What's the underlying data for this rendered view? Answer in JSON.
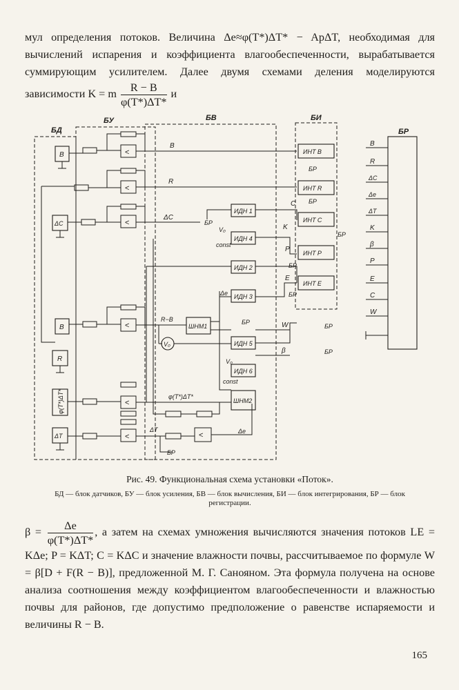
{
  "text": {
    "p1": "мул определения потоков. Величина Δe≈φ(T*)ΔT* − ApΔT, необходимая для вычислений испарения и коэффициента влагообеспеченности, вырабатывается суммирующим усилителем. Далее двумя схемами деления моделируются зависимости K = m",
    "p1_frac_num": "R − B",
    "p1_frac_den": "φ(T*)ΔT*",
    "p1_end": "и",
    "p2_start": "β =",
    "p2_frac_num": "Δe",
    "p2_frac_den": "φ(T*)ΔT*",
    "p2_rest": ", а затем на схемах умножения вычисляются значения потоков LE = KΔe; P = KΔT; C = KΔC и значение влажности почвы, рассчитываемое по формуле W = β[D + F(R − B)], предложенной М. Г. Санояном. Эта формула получена на основе анализа соотношения между коэффициентом влагообеспеченности и влажностью почвы для районов, где допустимо предположение о равенстве испаряемости и величины R − B.",
    "caption": "Рис. 49. Функциональная схема установки «Поток».",
    "legend": "БД — блок датчиков, БУ — блок усиления, БВ — блок вычисления, БИ — блок интегрирования, БР — блок регистрации.",
    "page_number": "165"
  },
  "diagram": {
    "section_labels": [
      "БД",
      "БУ",
      "БВ",
      "БИ",
      "БР"
    ],
    "sensors": [
      "B",
      "ΔC",
      "B",
      "R",
      "φ(T*)ΔT*",
      "ΔT"
    ],
    "integrators": [
      "ИНТ B",
      "ИНТ R",
      "ИНТ C",
      "ИНТ P",
      "ИНТ E"
    ],
    "dividers_multipliers": [
      "ИДН 1",
      "ИДН 4",
      "ИДН 2",
      "ИДН 3",
      "ИДН 5",
      "ИДН 6"
    ],
    "shm": [
      "ШНМ1",
      "ШНМ2"
    ],
    "v0": "V₀",
    "const": "const",
    "signal_labels": [
      "B",
      "R",
      "ΔC",
      "БР",
      "K",
      "C",
      "P",
      "E",
      "W",
      "β",
      "R−B",
      "Δe",
      "φ(T*)ΔT*",
      "ΔT",
      "V₀"
    ],
    "recorder_inputs": [
      "B",
      "R",
      "ΔC",
      "Δe",
      "ΔT",
      "K",
      "β",
      "P",
      "E",
      "C",
      "W"
    ]
  }
}
